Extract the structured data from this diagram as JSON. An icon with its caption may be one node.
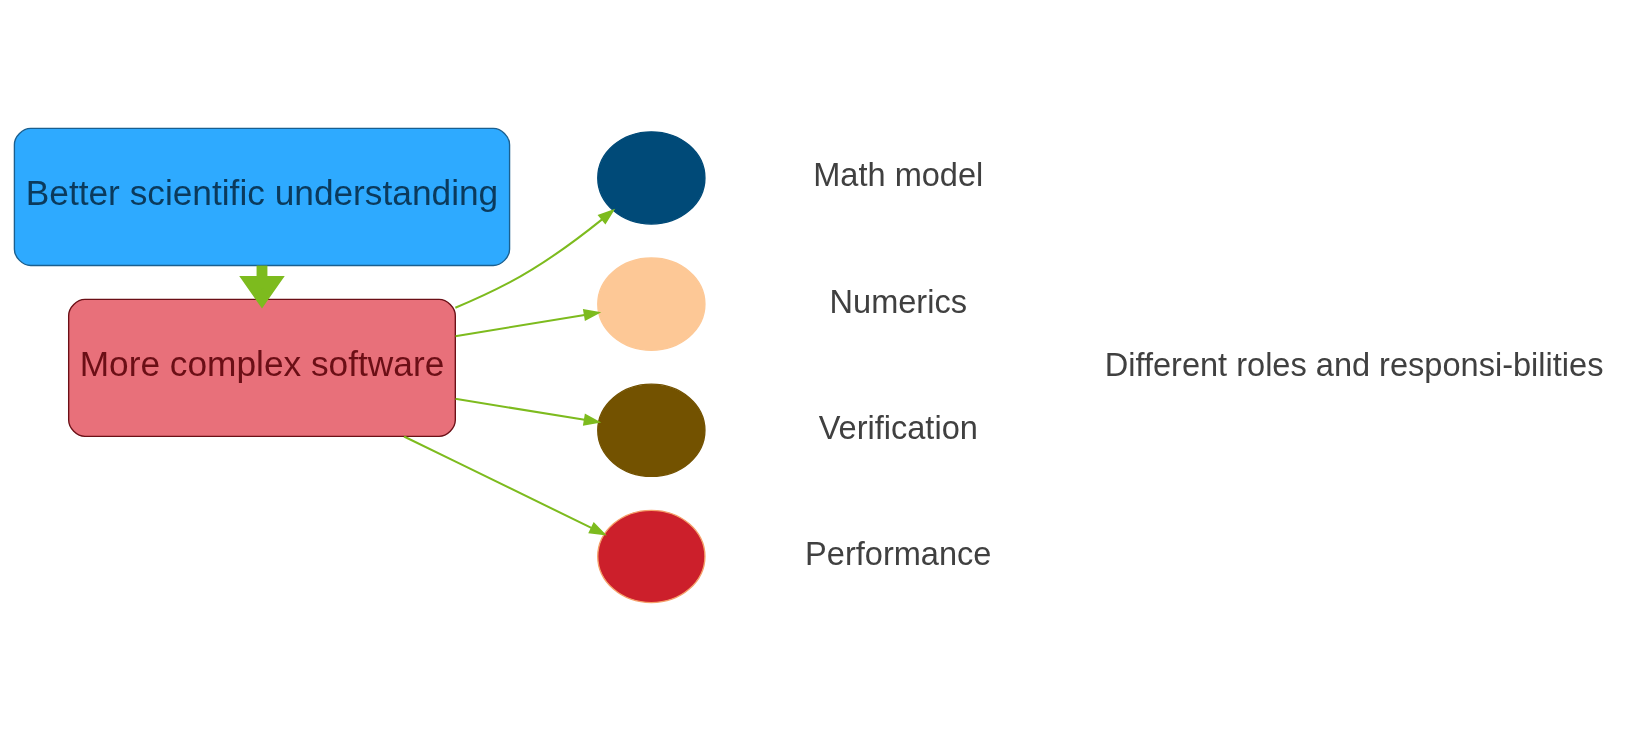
{
  "diagram": {
    "nodes": [
      {
        "text": [
          "Better scientific understanding"
        ]
      },
      {
        "text": [
          "More complex software"
        ]
      },
      {
        "text": [],
        "shape": "circle",
        "beside": [
          "Math model"
        ]
      },
      {
        "text": [],
        "shape": "circle",
        "beside": [
          "Numerics"
        ]
      },
      {
        "text": [],
        "shape": "circle",
        "beside": [
          "Verification"
        ]
      },
      {
        "text": [],
        "shape": "circle",
        "beside": [
          "Performance"
        ]
      }
    ],
    "edges": [
      {
        "from": 0,
        "to": 1,
        "arrow": "to",
        "style": "thick"
      },
      {
        "from": 1,
        "to": 2,
        "arrow": "to"
      },
      {
        "from": 1,
        "to": 3,
        "arrow": "to"
      },
      {
        "from": 1,
        "to": 4,
        "arrow": "to"
      },
      {
        "from": 1,
        "to": 5,
        "arrow": "to"
      }
    ],
    "labels": [
      "Different roles and responsi-bilities"
    ]
  }
}
